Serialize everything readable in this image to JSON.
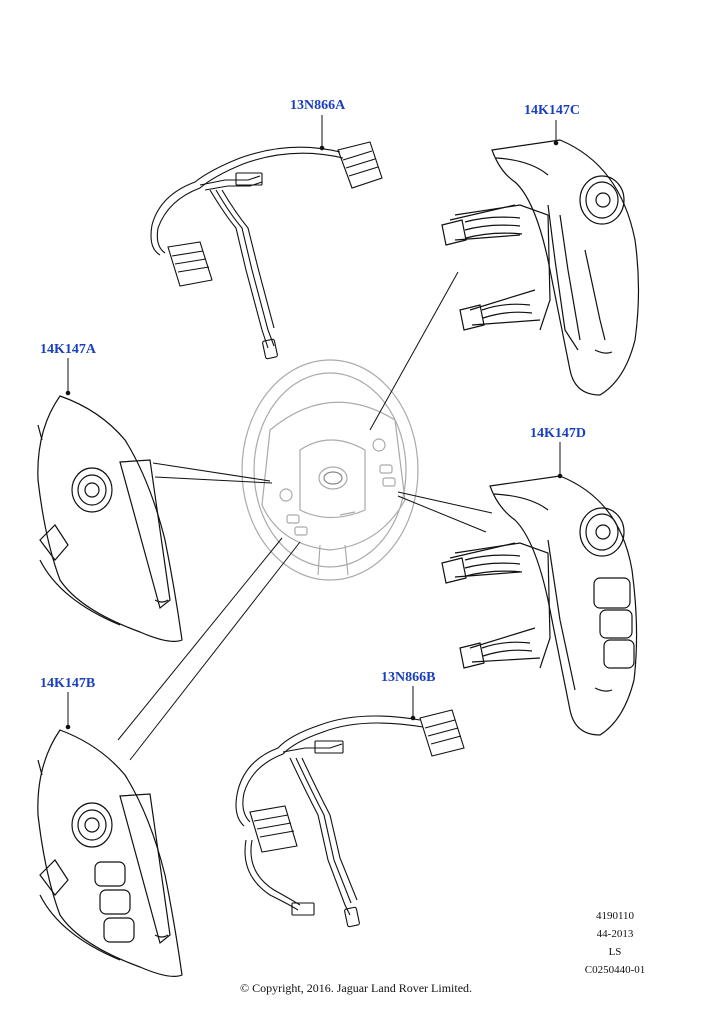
{
  "callouts": {
    "harness_a": "13N866A",
    "switch_c": "14K147C",
    "switch_a": "14K147A",
    "switch_d": "14K147D",
    "switch_b": "14K147B",
    "harness_b": "13N866B"
  },
  "reference": {
    "line1": "4190110",
    "line2": "44-2013",
    "line3": "LS",
    "line4": "C0250440-01"
  },
  "copyright": "© Copyright, 2016. Jaguar Land Rover Limited.",
  "colors": {
    "callout": "#1a3fbf",
    "linework": "#111111",
    "wheel": "#aaaaaa"
  }
}
